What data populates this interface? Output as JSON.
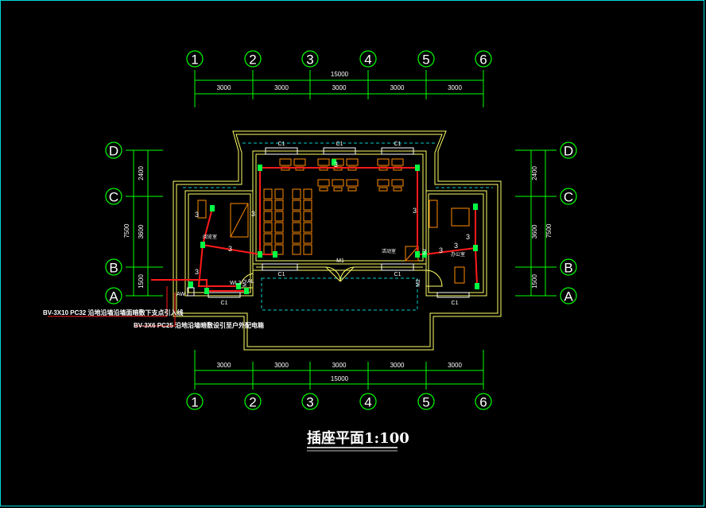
{
  "axes_top": [
    "1",
    "2",
    "3",
    "4",
    "5",
    "6"
  ],
  "axes_bottom": [
    "1",
    "2",
    "3",
    "4",
    "5",
    "6"
  ],
  "axes_left": [
    "D",
    "C",
    "B",
    "A"
  ],
  "axes_right": [
    "D",
    "C",
    "B",
    "A"
  ],
  "dims_top": [
    "3000",
    "3000",
    "3000",
    "3000",
    "3000"
  ],
  "dims_bottom": [
    "3000",
    "3000",
    "3000",
    "3000",
    "3000"
  ],
  "total_top": "15000",
  "total_bottom": "15000",
  "dims_left": [
    "2400",
    "3600",
    "1500"
  ],
  "total_left": "7500",
  "dims_right": [
    "2400",
    "3600",
    "1500"
  ],
  "total_right": "7500",
  "window_labels": [
    "C1",
    "C1",
    "C1",
    "C1",
    "C1",
    "C1",
    "C1"
  ],
  "door_labels": [
    "M1",
    "M2",
    "M2"
  ],
  "rooms": [
    "阅览室",
    "活动室",
    "办公室"
  ],
  "panels": [
    "AW",
    "AL",
    "WL3"
  ],
  "wire_number": "3",
  "notes": [
    "BV-3X10 PC32 沿地沿墙沿墙面暗敷下支点引入线",
    "BV-3X6 PC25 沿地沿墙暗敷设引至户外配电箱"
  ],
  "title": "插座平面1:100",
  "colors": {
    "frame": "#00d8d8",
    "axis": "#00ff00",
    "wall": "#ffff66",
    "wire": "#ff1a1a",
    "outlet": "#00ff44",
    "furniture": "#ff8c00",
    "dim": "#00ff00",
    "dash": "#00cccc"
  }
}
